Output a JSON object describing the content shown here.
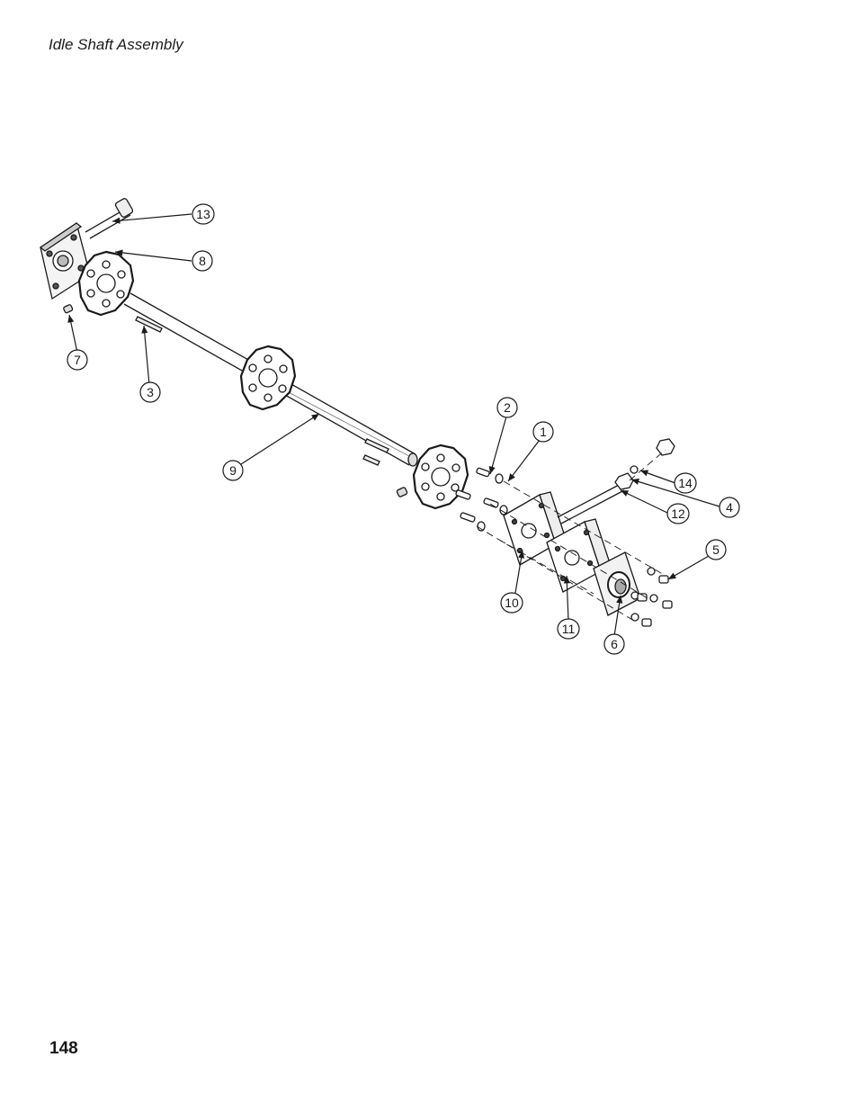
{
  "header": {
    "title": "Idle Shaft Assembly"
  },
  "footer": {
    "page_number": "148"
  },
  "callouts": [
    "1",
    "2",
    "3",
    "4",
    "5",
    "6",
    "7",
    "8",
    "9",
    "10",
    "11",
    "12",
    "13",
    "14"
  ]
}
